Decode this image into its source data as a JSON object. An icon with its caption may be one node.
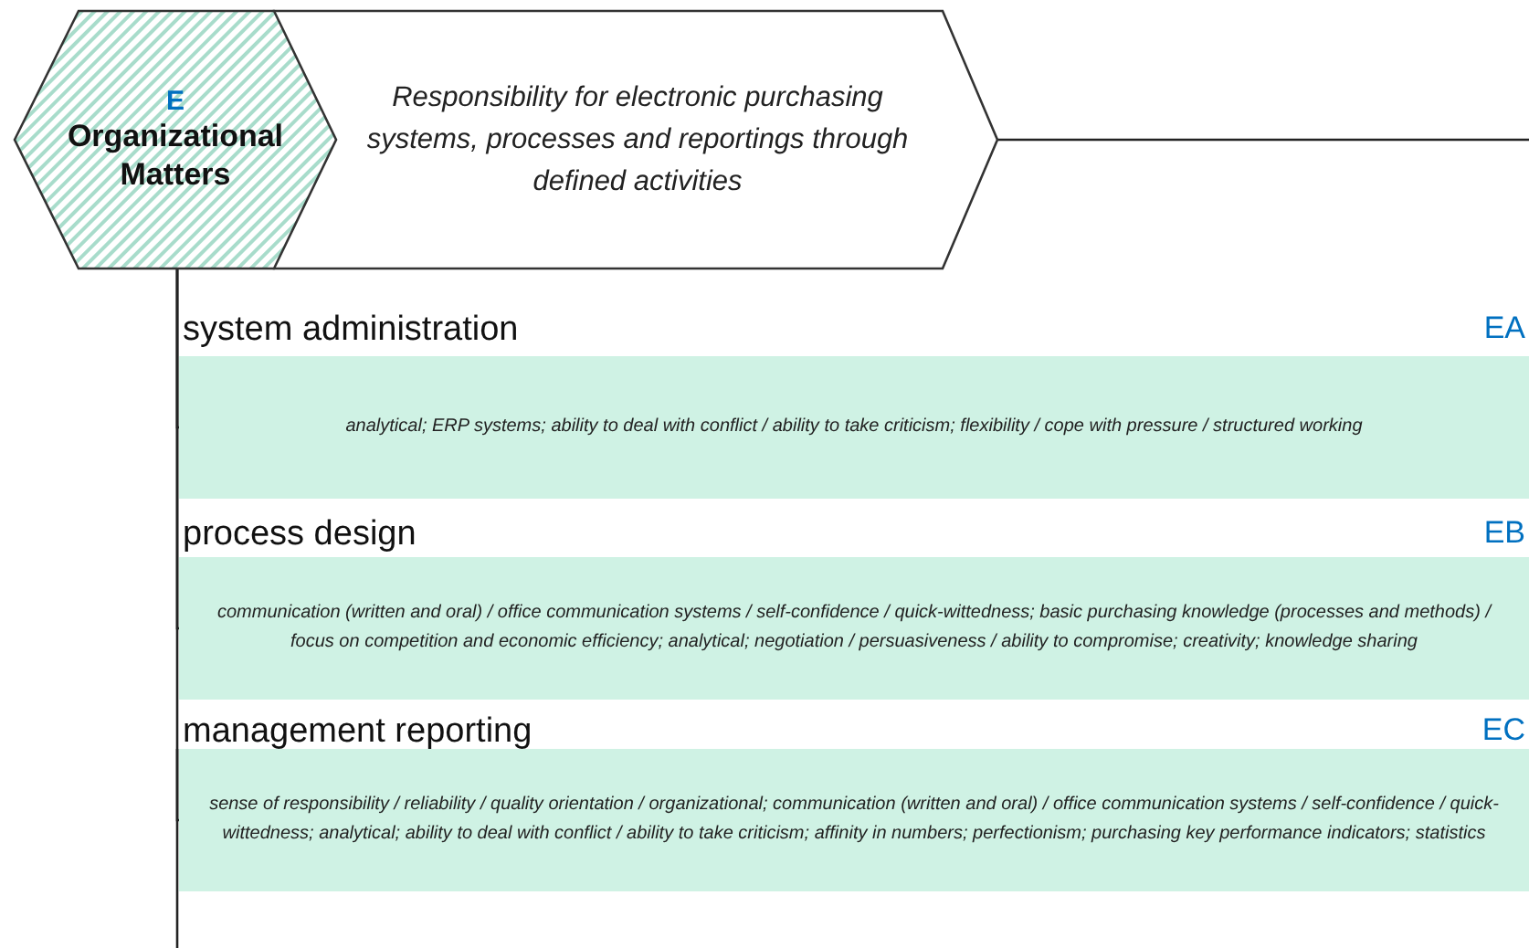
{
  "diagram": {
    "nodes": [
      {
        "text": [
          "E",
          "Organizational Matters"
        ]
      },
      {
        "text": [
          "Responsibility for electronic purchasing systems, processes and reportings through defined activities"
        ]
      },
      {
        "text": [
          "system administration",
          "EA",
          "analytical; ERP systems; ability to deal with conflict / ability to take criticism; flexibility / cope with pressure / structured working"
        ]
      },
      {
        "text": [
          "process design",
          "EB",
          "communication (written and oral) / office communication systems / self-confidence / quick-wittedness; basic purchasing knowledge (processes and methods) / focus on competition and economic efficiency; analytical; negotiation / persuasiveness / ability to compromise; creativity; knowledge sharing"
        ]
      },
      {
        "text": [
          "management reporting",
          "EC",
          "sense of responsibility / reliability / quality orientation / organizational; communication (written and oral) / office communication systems / self-confidence / quick-wittedness; analytical; ability to deal with conflict / ability to take criticism; affinity in numbers; perfectionism; purchasing key performance indicators; statistics"
        ]
      }
    ],
    "edges": [
      {
        "from": 1,
        "to": null,
        "arrow": "none"
      },
      {
        "from": 0,
        "to": 2,
        "arrow": "none"
      },
      {
        "from": 0,
        "to": 3,
        "arrow": "none"
      },
      {
        "from": 0,
        "to": 4,
        "arrow": "none"
      }
    ]
  }
}
